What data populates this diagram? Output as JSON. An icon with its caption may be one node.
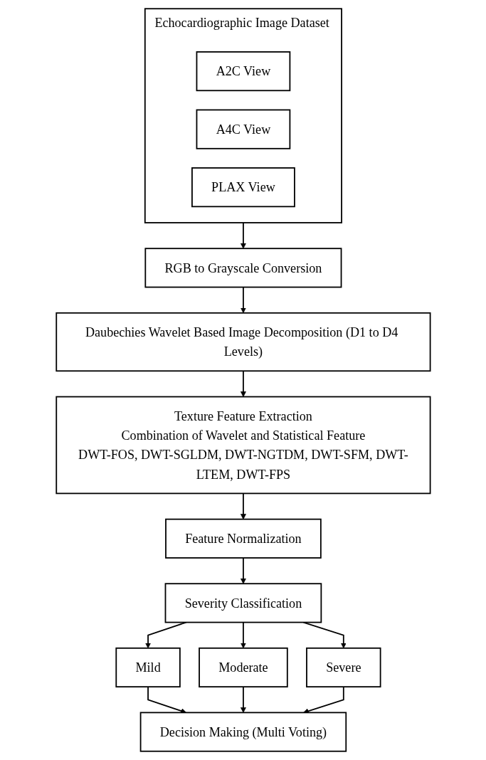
{
  "diagram": {
    "nodes": [
      {
        "text": [
          "Echocardiographic Image Dataset"
        ]
      },
      {
        "text": [
          "A2C View"
        ],
        "in": 0
      },
      {
        "text": [
          "A4C View"
        ],
        "in": 0
      },
      {
        "text": [
          "PLAX View"
        ],
        "in": 0
      },
      {
        "text": [
          "RGB to Grayscale Conversion"
        ]
      },
      {
        "text": [
          "Daubechies Wavelet Based Image Decomposition (D1 to D4 Levels)"
        ]
      },
      {
        "text": [
          "Texture Feature Extraction",
          "Combination of Wavelet and Statistical Feature",
          "DWT-FOS, DWT-SGLDM, DWT-NGTDM, DWT-SFM, DWT-LTEM, DWT-FPS"
        ]
      },
      {
        "text": [
          "Feature Normalization"
        ]
      },
      {
        "text": [
          "Severity Classification"
        ]
      },
      {
        "text": [
          "Mild"
        ]
      },
      {
        "text": [
          "Moderate"
        ]
      },
      {
        "text": [
          "Severe"
        ]
      },
      {
        "text": [
          "Decision Making (Multi Voting)"
        ]
      }
    ],
    "edges": [
      {
        "from": 0,
        "to": 4,
        "arrow": "to"
      },
      {
        "from": 4,
        "to": 5,
        "arrow": "to"
      },
      {
        "from": 5,
        "to": 6,
        "arrow": "to"
      },
      {
        "from": 6,
        "to": 7,
        "arrow": "to"
      },
      {
        "from": 7,
        "to": 8,
        "arrow": "to"
      },
      {
        "from": 8,
        "to": 9,
        "arrow": "to"
      },
      {
        "from": 8,
        "to": 10,
        "arrow": "to"
      },
      {
        "from": 8,
        "to": 11,
        "arrow": "to"
      },
      {
        "from": 9,
        "to": 12,
        "arrow": "to"
      },
      {
        "from": 10,
        "to": 12,
        "arrow": "to"
      },
      {
        "from": 11,
        "to": 12,
        "arrow": "to"
      }
    ]
  }
}
